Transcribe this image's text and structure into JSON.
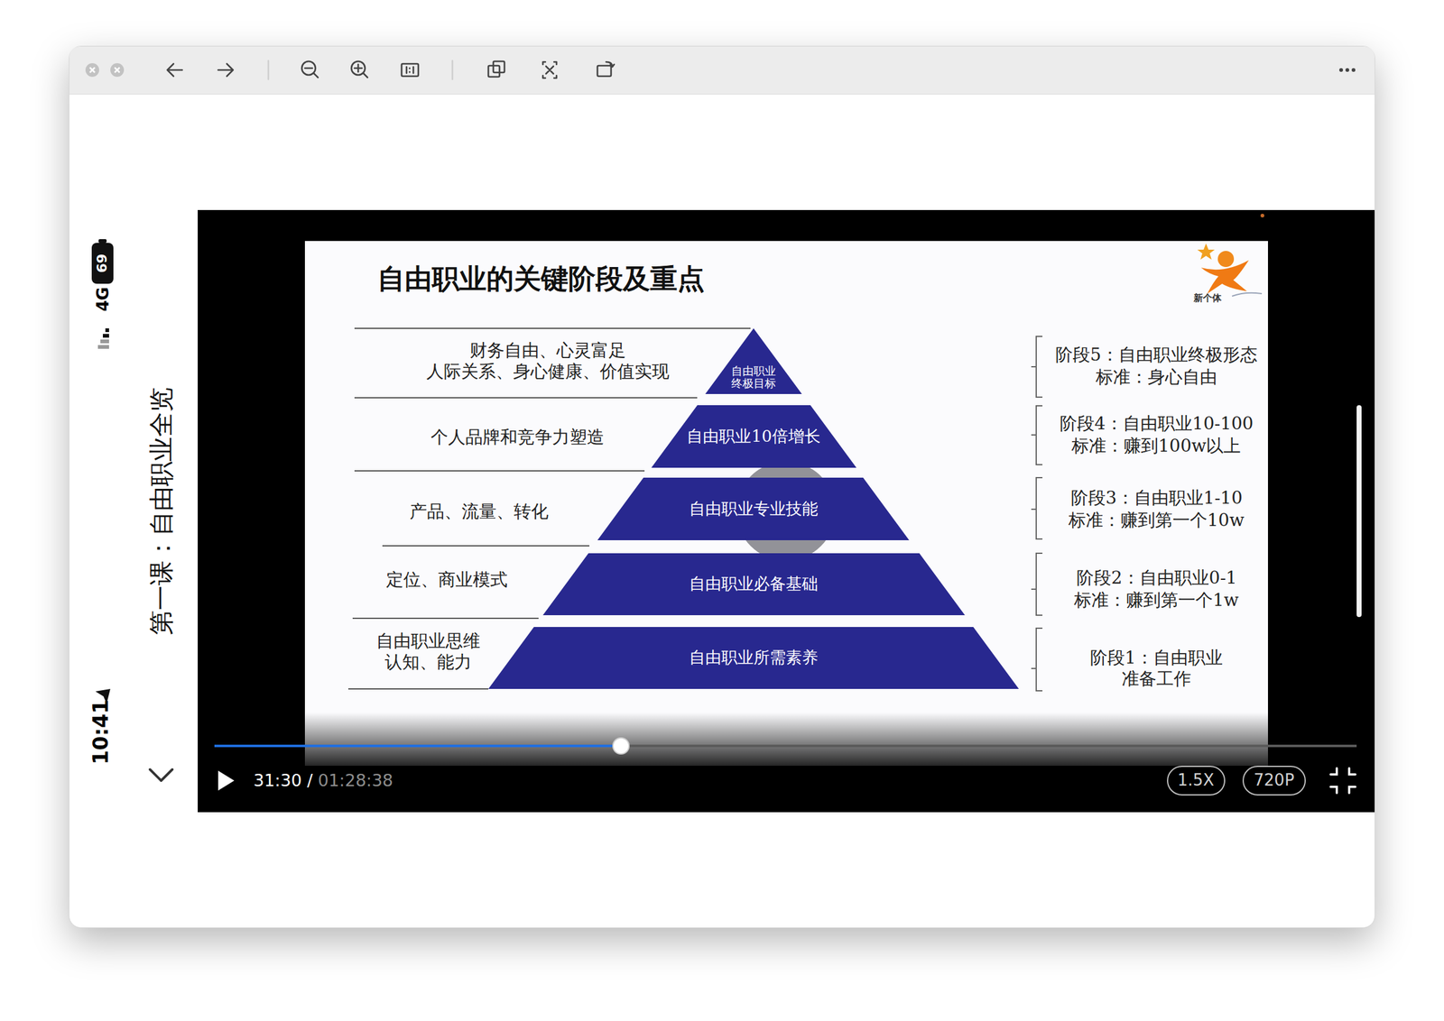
{
  "diagram": {
    "title": "自由职业的关键阶段及重点",
    "nodes": [
      {
        "text": [
          "自由职业 终极目标"
        ]
      },
      {
        "text": [
          "自由职业10倍增长"
        ]
      },
      {
        "text": [
          "自由职业专业技能"
        ]
      },
      {
        "text": [
          "自由职业必备基础"
        ]
      },
      {
        "text": [
          "自由职业所需素养"
        ]
      }
    ],
    "labels": [
      "10:41",
      "4G",
      "69",
      "第一课：自由职业全览",
      "新个体",
      "财务自由、心灵富足 人际关系、身心健康、价值实现",
      "个人品牌和竞争力塑造",
      "产品、流量、转化",
      "定位、商业模式",
      "自由职业思维 认知、能力",
      "阶段5：自由职业终极形态",
      "标准：身心自由",
      "阶段4：自由职业10-100",
      "标准：赚到100w以上",
      "阶段3：自由职业1-10",
      "标准：赚到第一个10w",
      "阶段2：自由职业0-1",
      "标准：赚到第一个1w",
      "阶段1：自由职业 准备工作",
      "31:30 /",
      "01:28:38",
      "1.5X",
      "720P"
    ]
  }
}
